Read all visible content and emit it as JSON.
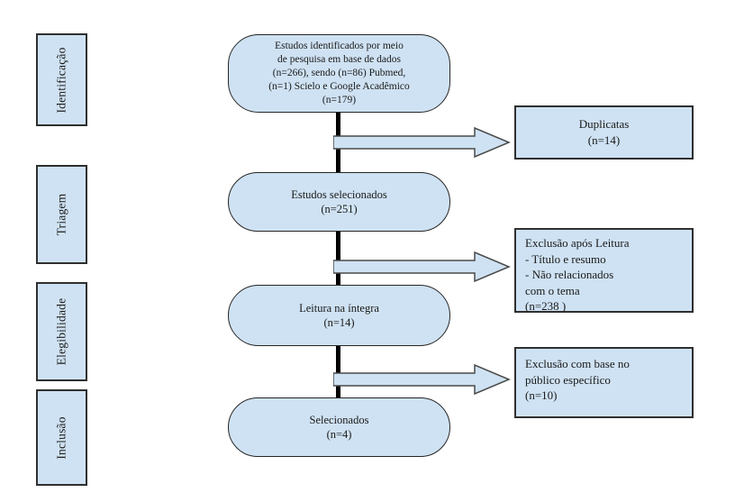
{
  "diagram": {
    "title": "PRISMA flow diagram (Portuguese)",
    "stages": [
      {
        "label": "Identificação"
      },
      {
        "label": "Triagem"
      },
      {
        "label": "Elegibilidade"
      },
      {
        "label": "Inclusão"
      }
    ],
    "main_nodes": [
      {
        "id": "identified",
        "text": "Estudos identificados por meio\nde pesquisa em base de dados\n(n=266), sendo (n=86) Pubmed,\n(n=1) Scielo e Google Acadêmico\n(n=179)"
      },
      {
        "id": "screened",
        "text": "Estudos selecionados\n(n=251)"
      },
      {
        "id": "full-text",
        "text": "Leitura na íntegra\n(n=14)"
      },
      {
        "id": "included",
        "text": "Selecionados\n(n=4)"
      }
    ],
    "exclusion_nodes": [
      {
        "id": "duplicates",
        "text": "Duplicatas\n(n=14)"
      },
      {
        "id": "excluded-after-reading",
        "text": "Exclusão após Leitura\n- Título e resumo\n- Não relacionados\ncom o tema\n(n=238 )"
      },
      {
        "id": "excluded-specific-audience",
        "text": "Exclusão com base no\npúblico específico\n(n=10)"
      }
    ],
    "colors": {
      "node_fill": "#cfe2f3",
      "node_border": "#2f2f2f",
      "arrow_fill": "#cfe2f3",
      "arrow_outline": "#4a4a4a",
      "connector_line": "#000000",
      "background": "#ffffff"
    }
  }
}
